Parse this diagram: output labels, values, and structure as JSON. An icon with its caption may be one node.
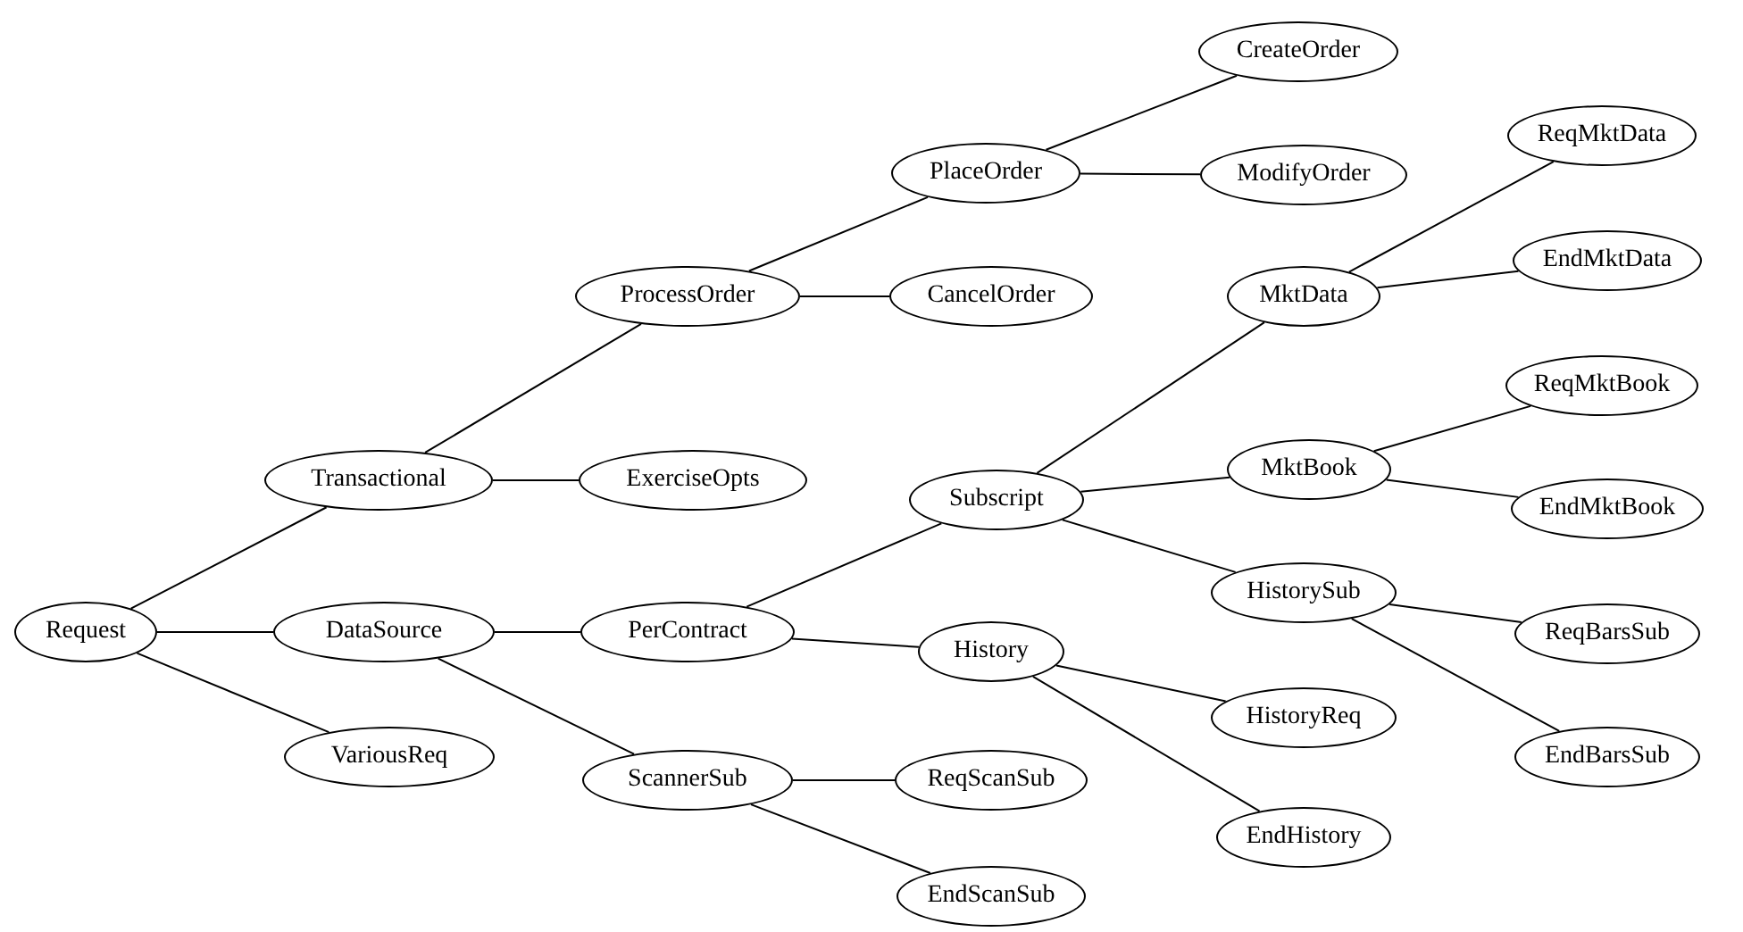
{
  "diagram": {
    "nodes": [
      {
        "text": [
          "Request"
        ]
      },
      {
        "text": [
          "Transactional"
        ]
      },
      {
        "text": [
          "DataSource"
        ]
      },
      {
        "text": [
          "VariousReq"
        ]
      },
      {
        "text": [
          "ProcessOrder"
        ]
      },
      {
        "text": [
          "ExerciseOpts"
        ]
      },
      {
        "text": [
          "PerContract"
        ]
      },
      {
        "text": [
          "ScannerSub"
        ]
      },
      {
        "text": [
          "PlaceOrder"
        ]
      },
      {
        "text": [
          "CancelOrder"
        ]
      },
      {
        "text": [
          "Subscript"
        ]
      },
      {
        "text": [
          "History"
        ]
      },
      {
        "text": [
          "ReqScanSub"
        ]
      },
      {
        "text": [
          "EndScanSub"
        ]
      },
      {
        "text": [
          "CreateOrder"
        ]
      },
      {
        "text": [
          "ModifyOrder"
        ]
      },
      {
        "text": [
          "MktData"
        ]
      },
      {
        "text": [
          "MktBook"
        ]
      },
      {
        "text": [
          "HistorySub"
        ]
      },
      {
        "text": [
          "HistoryReq"
        ]
      },
      {
        "text": [
          "EndHistory"
        ]
      },
      {
        "text": [
          "ReqMktData"
        ]
      },
      {
        "text": [
          "EndMktData"
        ]
      },
      {
        "text": [
          "ReqMktBook"
        ]
      },
      {
        "text": [
          "EndMktBook"
        ]
      },
      {
        "text": [
          "ReqBarsSub"
        ]
      },
      {
        "text": [
          "EndBarsSub"
        ]
      }
    ],
    "edges": [
      {
        "from": 0,
        "to": 1,
        "arrow": "none"
      },
      {
        "from": 0,
        "to": 2,
        "arrow": "none"
      },
      {
        "from": 0,
        "to": 3,
        "arrow": "none"
      },
      {
        "from": 1,
        "to": 4,
        "arrow": "none"
      },
      {
        "from": 1,
        "to": 5,
        "arrow": "none"
      },
      {
        "from": 2,
        "to": 6,
        "arrow": "none"
      },
      {
        "from": 2,
        "to": 7,
        "arrow": "none"
      },
      {
        "from": 4,
        "to": 8,
        "arrow": "none"
      },
      {
        "from": 4,
        "to": 9,
        "arrow": "none"
      },
      {
        "from": 6,
        "to": 10,
        "arrow": "none"
      },
      {
        "from": 6,
        "to": 11,
        "arrow": "none"
      },
      {
        "from": 7,
        "to": 12,
        "arrow": "none"
      },
      {
        "from": 7,
        "to": 13,
        "arrow": "none"
      },
      {
        "from": 8,
        "to": 14,
        "arrow": "none"
      },
      {
        "from": 8,
        "to": 15,
        "arrow": "none"
      },
      {
        "from": 10,
        "to": 16,
        "arrow": "none"
      },
      {
        "from": 10,
        "to": 17,
        "arrow": "none"
      },
      {
        "from": 10,
        "to": 18,
        "arrow": "none"
      },
      {
        "from": 11,
        "to": 19,
        "arrow": "none"
      },
      {
        "from": 11,
        "to": 20,
        "arrow": "none"
      },
      {
        "from": 16,
        "to": 21,
        "arrow": "none"
      },
      {
        "from": 16,
        "to": 22,
        "arrow": "none"
      },
      {
        "from": 17,
        "to": 23,
        "arrow": "none"
      },
      {
        "from": 17,
        "to": 24,
        "arrow": "none"
      },
      {
        "from": 18,
        "to": 25,
        "arrow": "none"
      },
      {
        "from": 18,
        "to": 26,
        "arrow": "none"
      }
    ]
  }
}
